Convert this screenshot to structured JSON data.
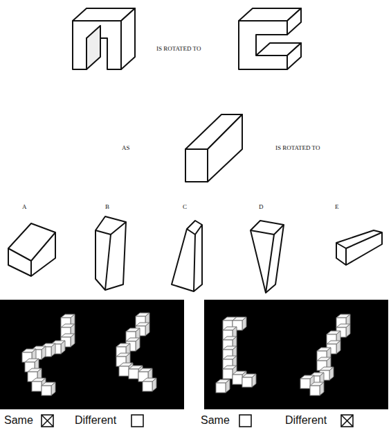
{
  "diagram": {
    "labels": [
      "IS ROTATED TO",
      "AS",
      "IS ROTATED TO",
      "A",
      "B",
      "C",
      "D",
      "E",
      "Same",
      "Different",
      "Same",
      "Different"
    ]
  }
}
